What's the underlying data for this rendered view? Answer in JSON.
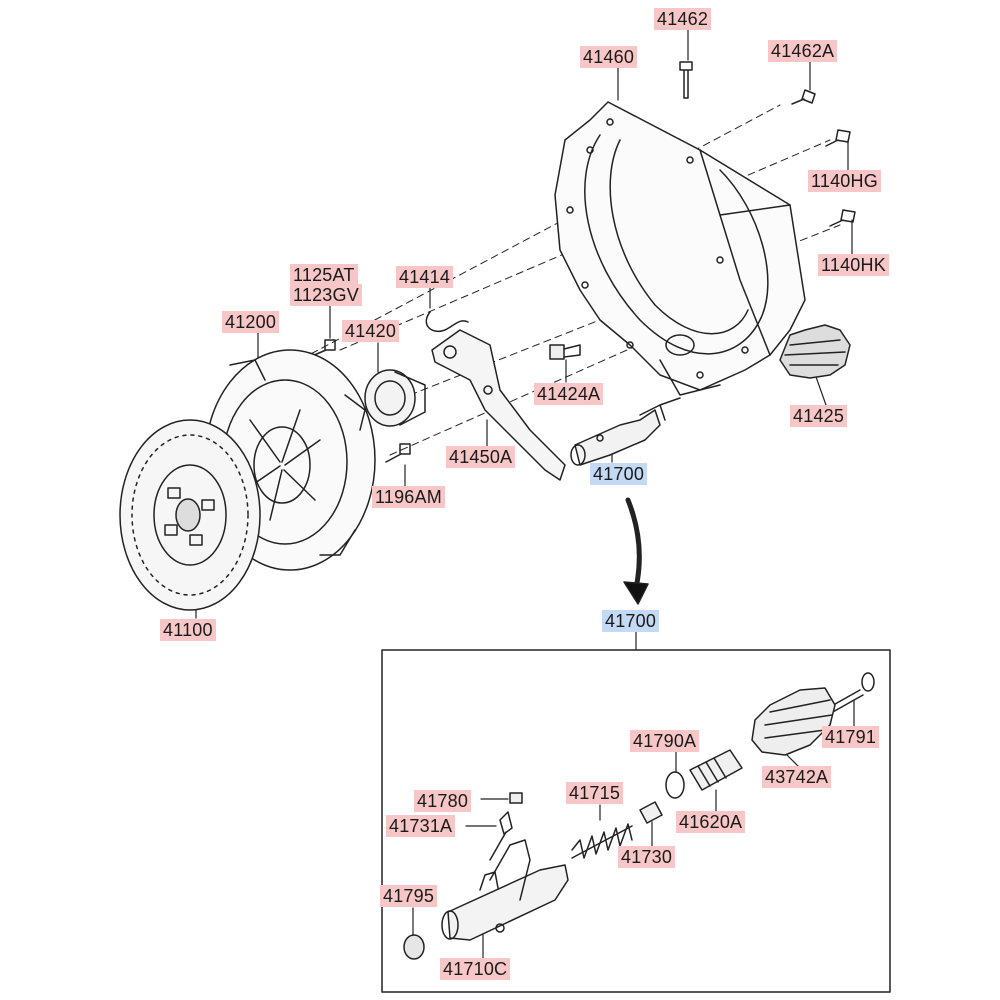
{
  "colors": {
    "part_label_bg": "#f7c6c6",
    "assembly_label_bg": "#c4daf4",
    "line": "#222222"
  },
  "labels": {
    "p41462": "41462",
    "p41460": "41460",
    "p41462A": "41462A",
    "p1140HG": "1140HG",
    "p1140HK": "1140HK",
    "p41414": "41414",
    "p1125AT": "1125AT",
    "p1123GV": "1123GV",
    "p41200": "41200",
    "p41420": "41420",
    "p41424A": "41424A",
    "p41425": "41425",
    "p41450A": "41450A",
    "p41700_top": "41700",
    "p1196AM": "1196AM",
    "p41100": "41100",
    "p41700_detail": "41700",
    "p41790A": "41790A",
    "p41791": "41791",
    "p41780": "41780",
    "p41715": "41715",
    "p43742A": "43742A",
    "p41731A": "41731A",
    "p41620A": "41620A",
    "p41730": "41730",
    "p41795": "41795",
    "p41710C": "41710C"
  }
}
